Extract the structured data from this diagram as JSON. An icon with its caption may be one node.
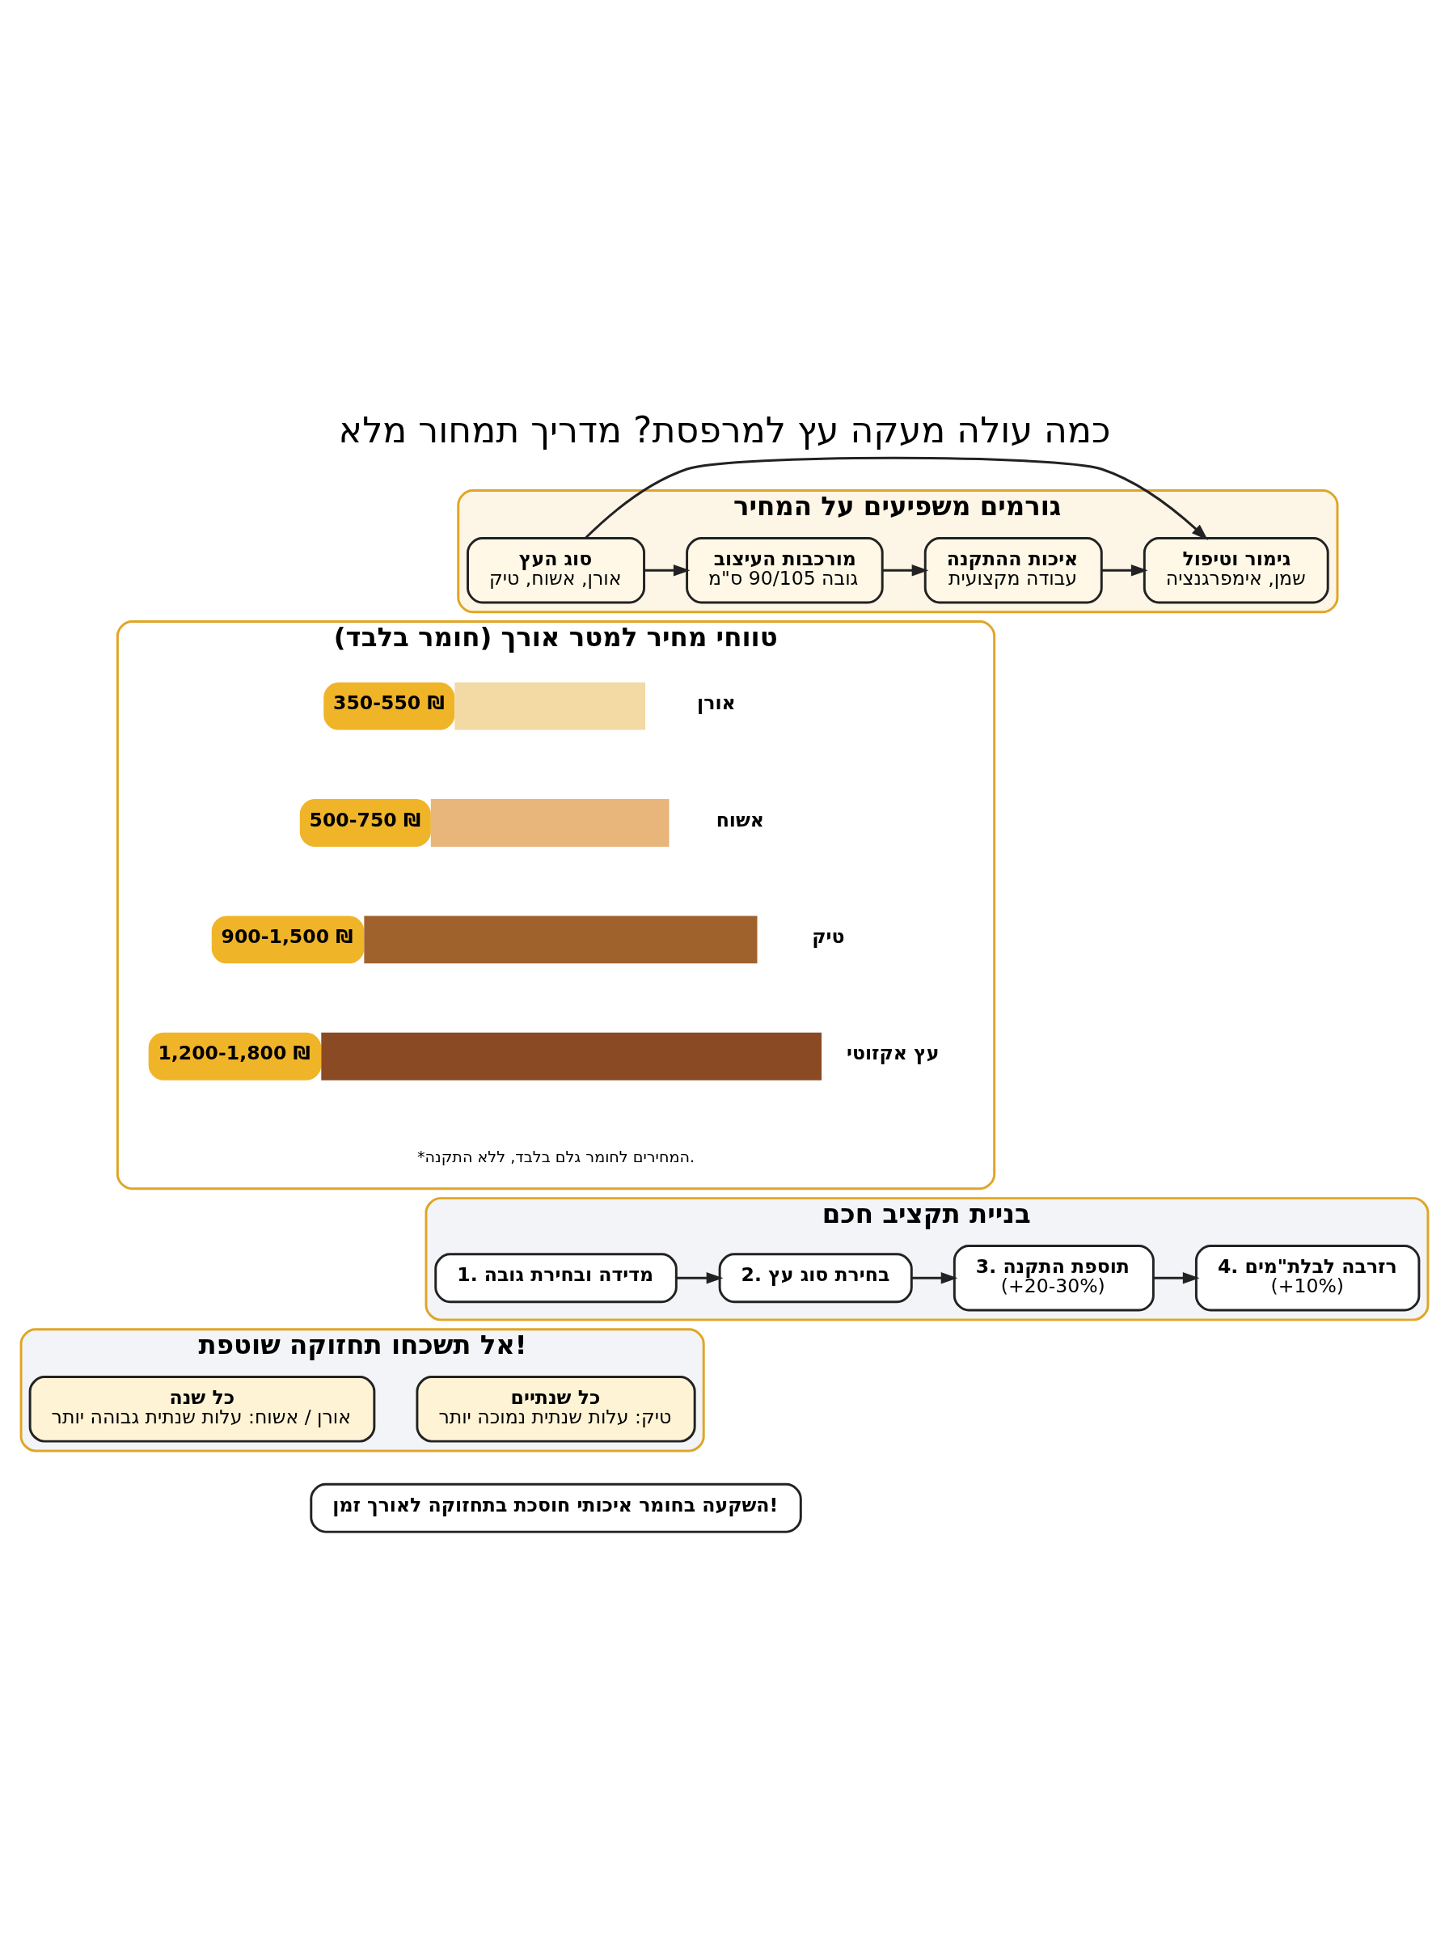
{
  "diagram": {
    "title": "כמה עולה מעקה עץ למרפסת? מדריך תמחור מלא",
    "nodes": [
      {
        "text": [
          "גורמים משפיעים על המחיר"
        ]
      },
      {
        "text": [
          "סוג העץ",
          "אורן, אשוח, טיק"
        ],
        "in": 0
      },
      {
        "text": [
          "מורכבות העיצוב",
          "גובה 90/105 ס\"מ"
        ],
        "in": 0
      },
      {
        "text": [
          "איכות ההתקנה",
          "עבודה מקצועית"
        ],
        "in": 0
      },
      {
        "text": [
          "גימור וטיפול",
          "שמן, אימפרגנציה"
        ],
        "in": 0
      },
      {
        "text": [
          "טווחי מחיר למטר אורך (חומר בלבד)"
        ]
      },
      {
        "text": [
          "350-550 ₪"
        ],
        "beside": [
          "אורן"
        ],
        "in": 5
      },
      {
        "text": [
          "500-750 ₪"
        ],
        "beside": [
          "אשוח"
        ],
        "in": 5
      },
      {
        "text": [
          "900-1,500 ₪"
        ],
        "beside": [
          "טיק"
        ],
        "in": 5
      },
      {
        "text": [
          "1,200-1,800 ₪"
        ],
        "beside": [
          "עץ אקזוטי"
        ],
        "in": 5
      },
      {
        "text": [
          "בניית תקציב חכם"
        ]
      },
      {
        "text": [
          "1. מדידה ובחירת גובה"
        ],
        "in": 10
      },
      {
        "text": [
          "2. בחירת סוג עץ"
        ],
        "in": 10
      },
      {
        "text": [
          "3. תוספת התקנה",
          "(+20-30%)"
        ],
        "in": 10
      },
      {
        "text": [
          "4. רזרבה לבלת\"מים",
          "(+10%)"
        ],
        "in": 10
      },
      {
        "text": [
          "אל תשכחו תחזוקה שוטפת!"
        ]
      },
      {
        "text": [
          "כל שנתיים",
          "טיק: עלות שנתית נמוכה יותר"
        ],
        "in": 15
      },
      {
        "text": [
          "כל שנה",
          "אורן / אשוח: עלות שנתית גבוהה יותר"
        ],
        "in": 15
      },
      {
        "text": [
          "השקעה בחומר איכותי חוסכת בתחזוקה לאורך זמן!"
        ]
      }
    ],
    "edges": [
      {
        "from": 1,
        "to": 2,
        "arrow": "to"
      },
      {
        "from": 2,
        "to": 3,
        "arrow": "to"
      },
      {
        "from": 3,
        "to": 4,
        "arrow": "to"
      },
      {
        "from": 1,
        "to": 4,
        "arrow": "to"
      },
      {
        "from": 11,
        "to": 12,
        "arrow": "to"
      },
      {
        "from": 12,
        "to": 13,
        "arrow": "to"
      },
      {
        "from": 13,
        "to": 14,
        "arrow": "to"
      }
    ],
    "labels": [
      "*המחירים לחומר גלם בלבד, ללא התקנה."
    ]
  }
}
